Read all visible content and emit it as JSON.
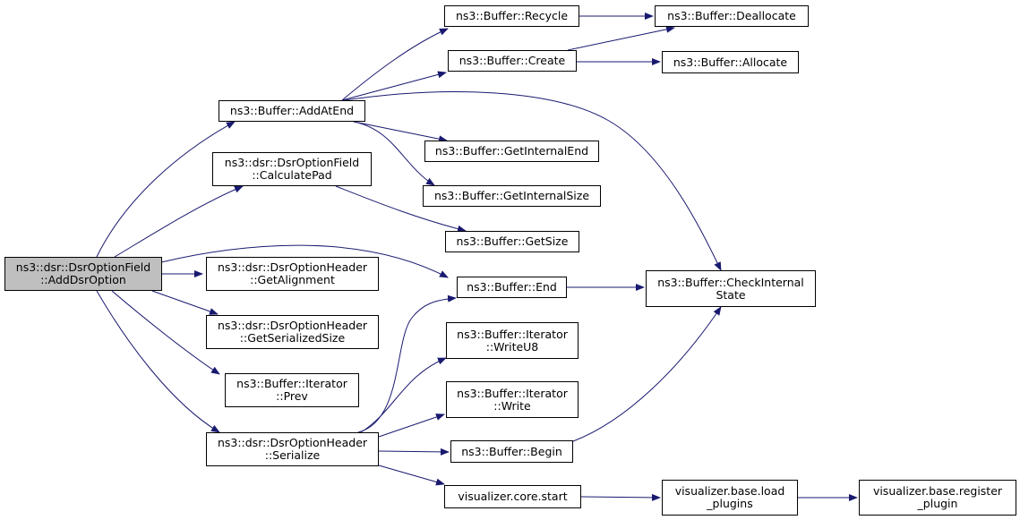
{
  "colors": {
    "edge": "#191970",
    "root_fill": "#bfbfbf",
    "node_fill": "#ffffff",
    "border": "#000000"
  },
  "nodes": [
    {
      "id": "root",
      "lines": [
        "ns3::dsr::DsrOptionField",
        "::AddDsrOption"
      ]
    },
    {
      "id": "addatend",
      "lines": [
        "ns3::Buffer::AddAtEnd"
      ]
    },
    {
      "id": "calcpad",
      "lines": [
        "ns3::dsr::DsrOptionField",
        "::CalculatePad"
      ]
    },
    {
      "id": "getalign",
      "lines": [
        "ns3::dsr::DsrOptionHeader",
        "::GetAlignment"
      ]
    },
    {
      "id": "getsersize",
      "lines": [
        "ns3::dsr::DsrOptionHeader",
        "::GetSerializedSize"
      ]
    },
    {
      "id": "prev",
      "lines": [
        "ns3::Buffer::Iterator",
        "::Prev"
      ]
    },
    {
      "id": "serialize",
      "lines": [
        "ns3::dsr::DsrOptionHeader",
        "::Serialize"
      ]
    },
    {
      "id": "recycle",
      "lines": [
        "ns3::Buffer::Recycle"
      ]
    },
    {
      "id": "create",
      "lines": [
        "ns3::Buffer::Create"
      ]
    },
    {
      "id": "getintend",
      "lines": [
        "ns3::Buffer::GetInternalEnd"
      ]
    },
    {
      "id": "getintsize",
      "lines": [
        "ns3::Buffer::GetInternalSize"
      ]
    },
    {
      "id": "getsize",
      "lines": [
        "ns3::Buffer::GetSize"
      ]
    },
    {
      "id": "end",
      "lines": [
        "ns3::Buffer::End"
      ]
    },
    {
      "id": "writeu8",
      "lines": [
        "ns3::Buffer::Iterator",
        "::WriteU8"
      ]
    },
    {
      "id": "write",
      "lines": [
        "ns3::Buffer::Iterator",
        "::Write"
      ]
    },
    {
      "id": "begin",
      "lines": [
        "ns3::Buffer::Begin"
      ]
    },
    {
      "id": "vcstart",
      "lines": [
        "visualizer.core.start"
      ]
    },
    {
      "id": "dealloc",
      "lines": [
        "ns3::Buffer::Deallocate"
      ]
    },
    {
      "id": "alloc",
      "lines": [
        "ns3::Buffer::Allocate"
      ]
    },
    {
      "id": "checkstate",
      "lines": [
        "ns3::Buffer::CheckInternal",
        "State"
      ]
    },
    {
      "id": "loadplugins",
      "lines": [
        "visualizer.base.load",
        "_plugins"
      ]
    },
    {
      "id": "regplugin",
      "lines": [
        "visualizer.base.register",
        "_plugin"
      ]
    }
  ],
  "edges": [
    [
      "root",
      "addatend"
    ],
    [
      "root",
      "calcpad"
    ],
    [
      "root",
      "end"
    ],
    [
      "root",
      "getalign"
    ],
    [
      "root",
      "getsersize"
    ],
    [
      "root",
      "prev"
    ],
    [
      "root",
      "serialize"
    ],
    [
      "addatend",
      "recycle"
    ],
    [
      "addatend",
      "create"
    ],
    [
      "addatend",
      "checkstate"
    ],
    [
      "addatend",
      "getintend"
    ],
    [
      "addatend",
      "getintsize"
    ],
    [
      "recycle",
      "dealloc"
    ],
    [
      "create",
      "dealloc"
    ],
    [
      "create",
      "alloc"
    ],
    [
      "calcpad",
      "getsize"
    ],
    [
      "end",
      "checkstate"
    ],
    [
      "serialize",
      "end"
    ],
    [
      "serialize",
      "writeu8"
    ],
    [
      "serialize",
      "write"
    ],
    [
      "serialize",
      "begin"
    ],
    [
      "serialize",
      "vcstart"
    ],
    [
      "begin",
      "checkstate"
    ],
    [
      "vcstart",
      "loadplugins"
    ],
    [
      "loadplugins",
      "regplugin"
    ]
  ]
}
